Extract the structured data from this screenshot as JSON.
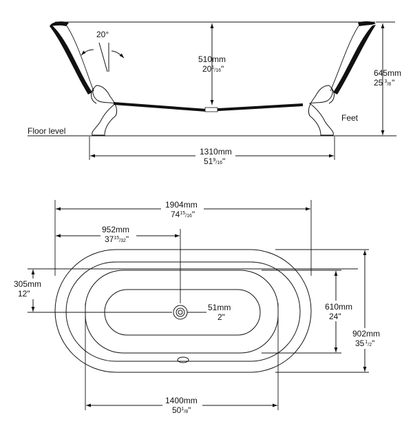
{
  "side_view": {
    "angle": "20°",
    "depth": {
      "mm": "510mm",
      "whole": "20",
      "num": "1",
      "den": "16",
      "mark": "\""
    },
    "height": {
      "mm": "645mm",
      "whole": "25",
      "num": "3",
      "den": "8",
      "mark": "\""
    },
    "feet_label": "Feet",
    "floor_label": "Floor level",
    "feet_span": {
      "mm": "1310mm",
      "whole": "51",
      "num": "9",
      "den": "16",
      "mark": "\""
    }
  },
  "top_view": {
    "length": {
      "mm": "1904mm",
      "whole": "74",
      "num": "15",
      "den": "16",
      "mark": "\""
    },
    "drain_from_end": {
      "mm": "952mm",
      "whole": "37",
      "num": "15",
      "den": "32",
      "mark": "\""
    },
    "drain_from_side": {
      "mm": "305mm",
      "imperial": "12\""
    },
    "drain_dia": {
      "mm": "51mm",
      "imperial": "2\""
    },
    "inner_width": {
      "mm": "610mm",
      "imperial": "24\""
    },
    "outer_width": {
      "mm": "902mm",
      "whole": "35",
      "num": "1",
      "den": "2",
      "mark": "\""
    },
    "inner_length": {
      "mm": "1400mm",
      "whole": "50",
      "num": "1",
      "den": "8",
      "mark": "\""
    }
  },
  "colors": {
    "ink": "#111111",
    "background": "#ffffff"
  }
}
